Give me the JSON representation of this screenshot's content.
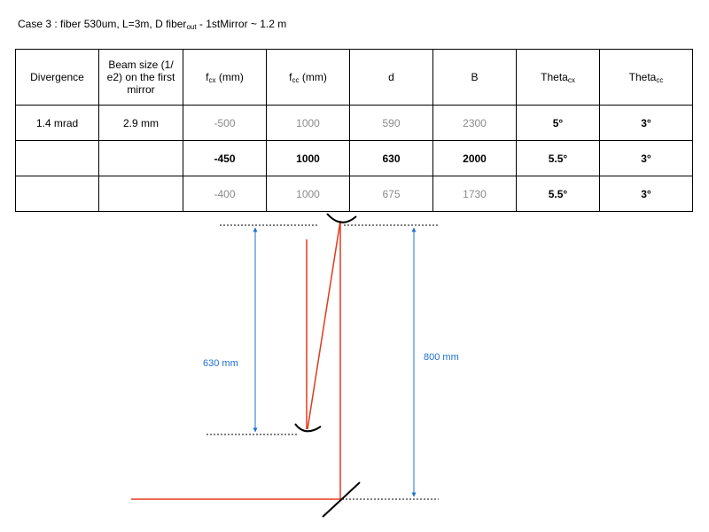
{
  "title": {
    "prefix": "Case 3 : fiber 530um, L=3m, D fiber",
    "sub": "out",
    "suffix": " - 1stMirror ~ 1.2 m"
  },
  "table": {
    "headers": {
      "divergence": "Divergence",
      "beam_size": "Beam size (1/ e2) on the first mirror",
      "fcx_main": "f",
      "fcx_sub": "cx",
      "fcx_unit": " (mm)",
      "fcc_main": "f",
      "fcc_sub": "cc",
      "fcc_unit": " (mm)",
      "d": "d",
      "B": "B",
      "thetacx_main": "Theta",
      "thetacx_sub": "cx",
      "thetacc_main": "Theta",
      "thetacc_sub": "cc"
    },
    "rows": [
      {
        "divergence": "1.4 mrad",
        "beam_size": "2.9 mm",
        "fcx": "-500",
        "fcc": "1000",
        "d": "590",
        "B": "2300",
        "thetacx": "5°",
        "thetacc": "3°"
      },
      {
        "divergence": "",
        "beam_size": "",
        "fcx": "-450",
        "fcc": "1000",
        "d": "630",
        "B": "2000",
        "thetacx": "5.5°",
        "thetacc": "3°"
      },
      {
        "divergence": "",
        "beam_size": "",
        "fcx": "-400",
        "fcc": "1000",
        "d": "675",
        "B": "1730",
        "thetacx": "5.5°",
        "thetacc": "3°"
      }
    ]
  },
  "diagram": {
    "label_left": "630 mm",
    "label_right": "800 mm",
    "colors": {
      "beam": "#e03a1e",
      "dimension": "#1f6fd1",
      "mirror": "#000000",
      "guide": "#000000"
    }
  }
}
